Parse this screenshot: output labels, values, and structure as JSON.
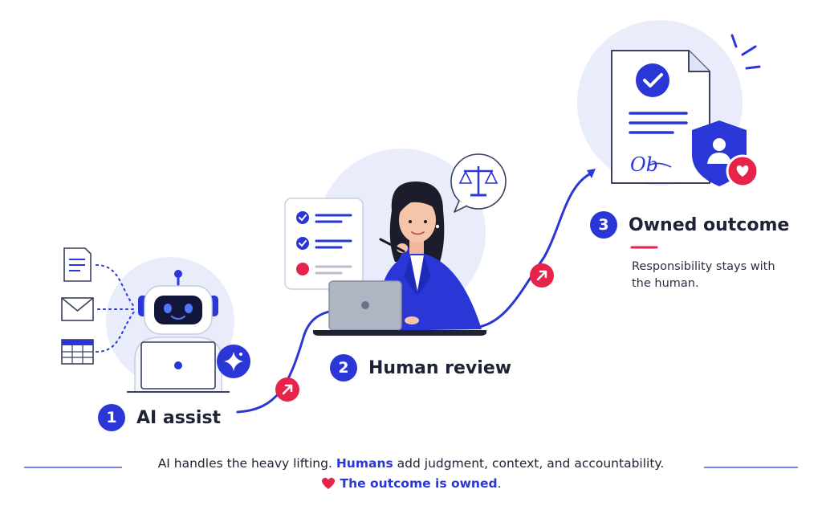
{
  "steps": [
    {
      "number": "1",
      "title": "AI assist"
    },
    {
      "number": "2",
      "title": "Human review"
    },
    {
      "number": "3",
      "title": "Owned outcome",
      "description": "Responsibility stays with the human."
    }
  ],
  "signature": "Ob",
  "footer": {
    "line1_part1": "AI handles the heavy lifting.",
    "line1_highlight": "Humans",
    "line1_part2": "add judgment, context, and accountability.",
    "line2_highlight": "The outcome is owned",
    "line2_end": "."
  },
  "icons": {
    "document": "document-icon",
    "mail": "mail-icon",
    "table": "table-icon",
    "robot": "robot-icon",
    "sparkle": "sparkle-icon",
    "scales": "scales-icon",
    "checklist": "checklist-icon",
    "arrow": "arrow-up-right-icon",
    "certificate": "certificate-icon",
    "shield": "shield-user-icon",
    "heart": "heart-icon"
  },
  "colors": {
    "primary_blue": "#2a36d6",
    "accent_pink": "#e8234a",
    "soft_circle": "#e9ecfb",
    "text_dark": "#1d2235"
  }
}
